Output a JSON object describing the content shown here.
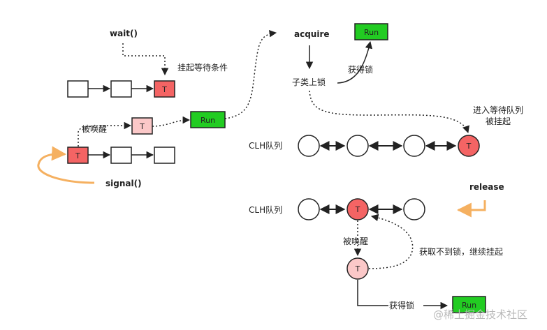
{
  "labels": {
    "wait": "wait()",
    "suspend_wait": "挂起等待条件",
    "woken_left": "被唤醒",
    "signal": "signal()",
    "acquire": "acquire",
    "subclass_lock": "子类上锁",
    "got_lock_top": "获得锁",
    "enter_queue_line1": "进入等待队列",
    "enter_queue_line2": "被挂起",
    "clh_1": "CLH队列",
    "clh_2": "CLH队列",
    "release": "release",
    "woken_right": "被唤醒",
    "fail_suspend": "获取不到锁，继续挂起",
    "got_lock_bottom": "获得锁"
  },
  "nodes": {
    "thread": "T",
    "run": "Run"
  },
  "watermark": "@稀土掘金技术社区",
  "colors": {
    "thread_red": "#f46464",
    "thread_pink": "#fbc8c8",
    "run_green": "#22cc22",
    "signal_orange": "#f5b060",
    "line": "#222222"
  }
}
